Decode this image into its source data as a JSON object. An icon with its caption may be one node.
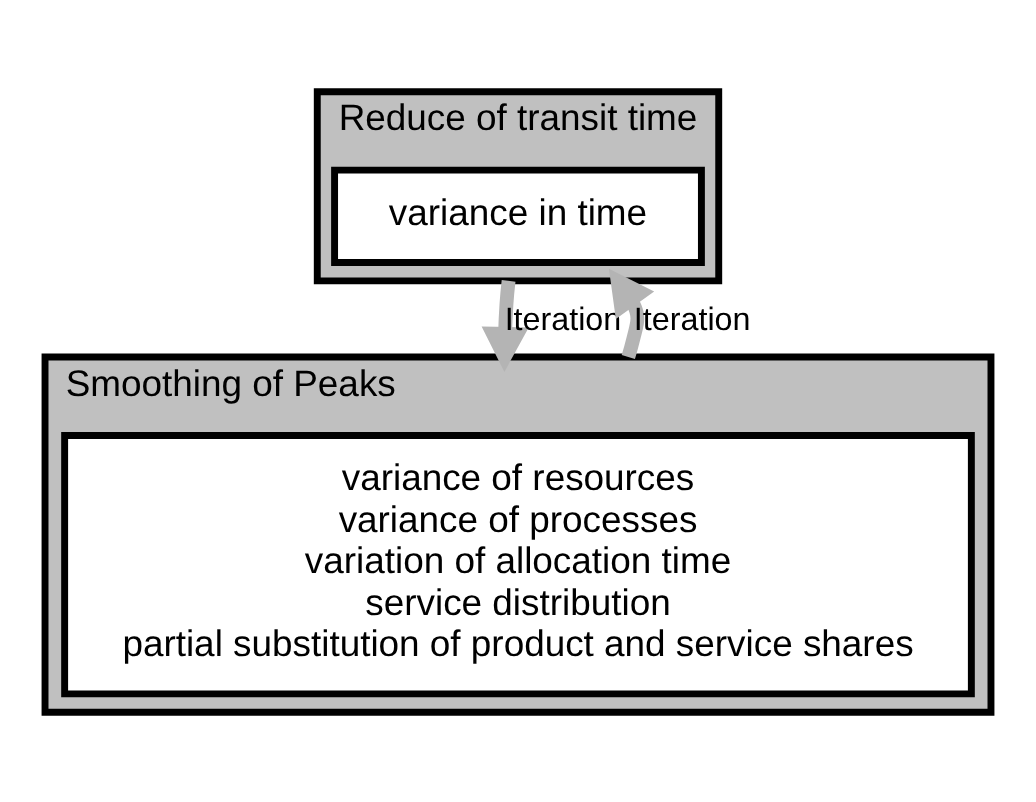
{
  "diagram": {
    "nodes": [
      {
        "text": [
          "Reduce of transit time"
        ]
      },
      {
        "text": [
          "variance in time"
        ],
        "in": 0
      },
      {
        "text": [
          "Smoothing of Peaks"
        ]
      },
      {
        "text": [
          "variance of resources",
          "variance of processes",
          "variation of allocation time",
          "service distribution",
          "partial substitution of product and service shares"
        ],
        "in": 2
      }
    ],
    "edges": [
      {
        "from": 0,
        "to": 2,
        "arrow": "to",
        "label": "Iteration"
      },
      {
        "from": 2,
        "to": 0,
        "arrow": "to",
        "label": "Iteration"
      }
    ]
  }
}
